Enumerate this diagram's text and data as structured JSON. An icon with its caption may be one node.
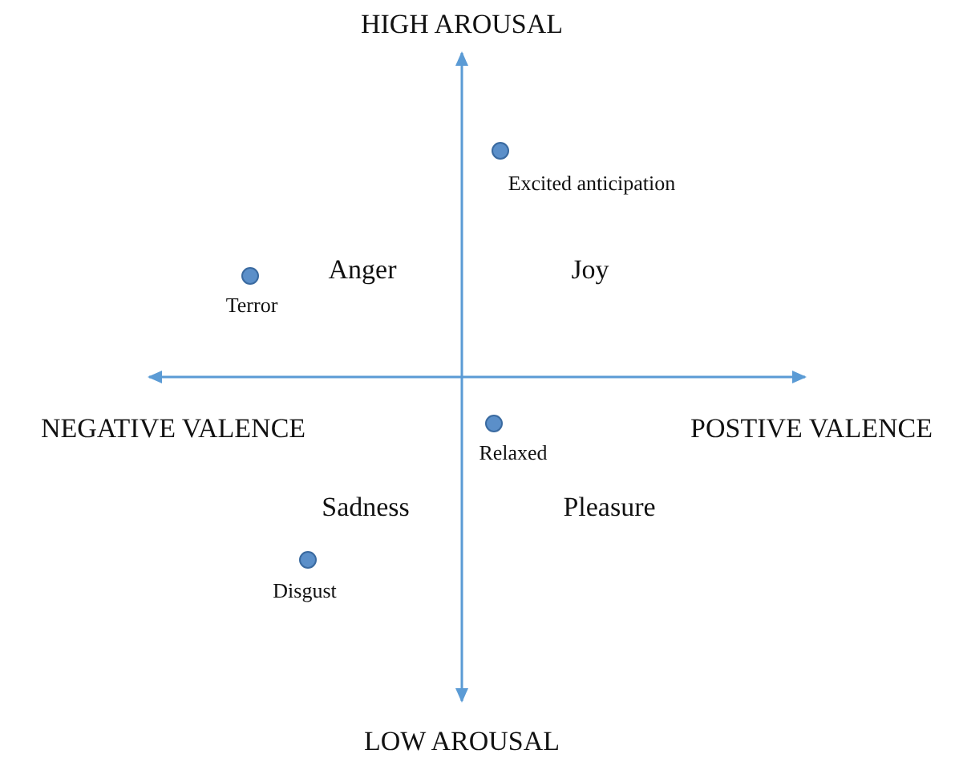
{
  "diagram": {
    "nodes": [
      {
        "text": [],
        "shape": "circle",
        "beside": [
          "Excited anticipation"
        ]
      },
      {
        "text": [],
        "shape": "circle",
        "beside": [
          "Terror"
        ]
      },
      {
        "text": [],
        "shape": "circle",
        "beside": [
          "Relaxed"
        ]
      },
      {
        "text": [],
        "shape": "circle",
        "beside": [
          "Disgust"
        ]
      }
    ],
    "edges": [],
    "labels": [
      "HIGH AROUSAL",
      "Anger",
      "Joy",
      "NEGATIVE VALENCE",
      "POSTIVE VALENCE",
      "Sadness",
      "Pleasure",
      "LOW AROUSAL"
    ]
  }
}
